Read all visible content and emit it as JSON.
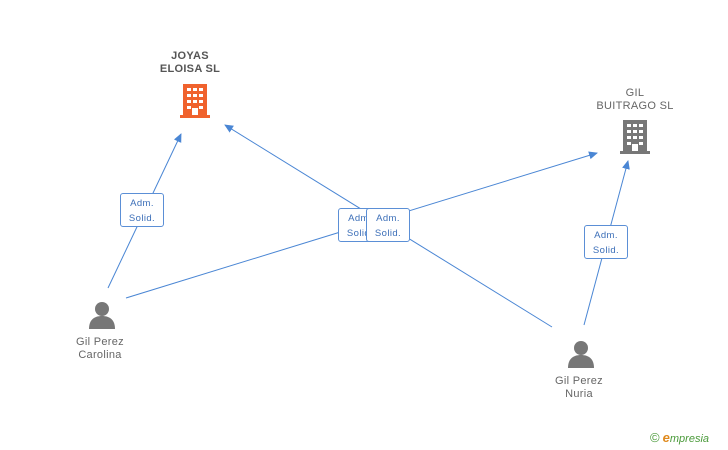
{
  "companies": [
    {
      "id": "joyas",
      "name": "JOYAS\nELOISA SL",
      "color": "#f0622d"
    },
    {
      "id": "gil_buitrago",
      "name": "GIL\nBUITRAGO SL",
      "color": "#777777"
    }
  ],
  "people": [
    {
      "id": "carolina",
      "name": "Gil Perez\nCarolina",
      "color": "#777777"
    },
    {
      "id": "nuria",
      "name": "Gil Perez\nNuria",
      "color": "#777777"
    }
  ],
  "relations": [
    {
      "from": "carolina",
      "to": "joyas",
      "label": "Adm.\nSolid."
    },
    {
      "from": "carolina",
      "to": "gil_buitrago",
      "label": "Adm.\nSolid."
    },
    {
      "from": "nuria",
      "to": "joyas",
      "label": "Adm.\nSolid."
    },
    {
      "from": "nuria",
      "to": "gil_buitrago",
      "label": "Adm.\nSolid."
    }
  ],
  "edge_color": "#4a86d4",
  "brand": {
    "copyright_symbol": "©",
    "e_letter": "e",
    "name_rest": "mpresia"
  }
}
